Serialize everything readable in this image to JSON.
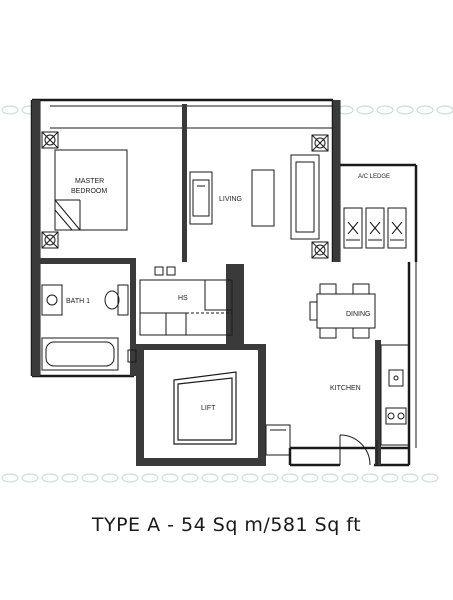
{
  "rooms": {
    "master_bedroom_line1": "MASTER",
    "master_bedroom_line2": "BEDROOM",
    "living": "LIVING",
    "ac_ledge": "A/C LEDGE",
    "bath": "BATH 1",
    "household_shelter": "HS",
    "dining": "DINING",
    "kitchen": "KITCHEN",
    "lift": "LIFT"
  },
  "caption": "TYPE A - 54 Sq m/581 Sq ft",
  "colors": {
    "wall": "#1a1a1a",
    "wall_fill": "#3a3a3a",
    "line": "#444444",
    "watermark": "#c9ded9"
  }
}
